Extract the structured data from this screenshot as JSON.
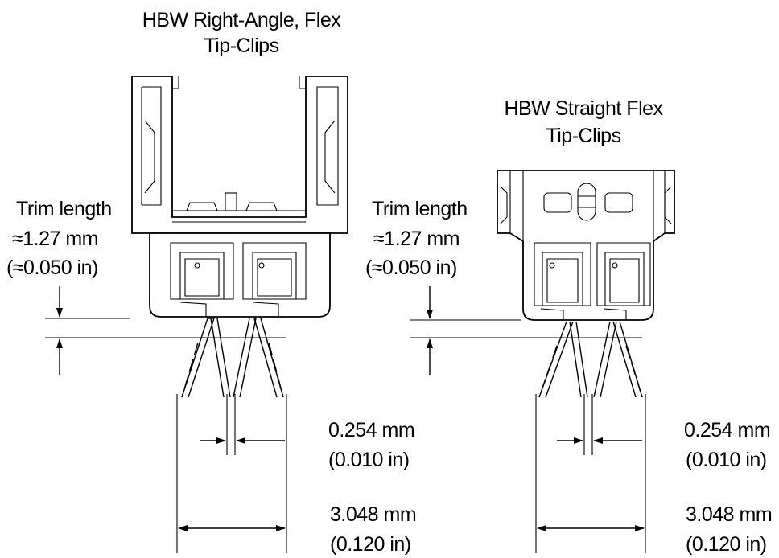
{
  "left_assembly": {
    "title_line1": "HBW Right-Angle, Flex",
    "title_line2": "Tip-Clips",
    "trim_label": "Trim length",
    "trim_mm": "≈1.27 mm",
    "trim_in": "(≈0.050 in)",
    "gap_mm": "0.254 mm",
    "gap_in": "(0.010 in)",
    "span_mm": "3.048 mm",
    "span_in": "(0.120 in)"
  },
  "right_assembly": {
    "title_line1": "HBW Straight Flex",
    "title_line2": "Tip-Clips",
    "trim_label": "Trim length",
    "trim_mm": "≈1.27 mm",
    "trim_in": "(≈0.050 in)",
    "gap_mm": "0.254 mm",
    "gap_in": "(0.010 in)",
    "span_mm": "3.048 mm",
    "span_in": "(0.120 in)"
  }
}
